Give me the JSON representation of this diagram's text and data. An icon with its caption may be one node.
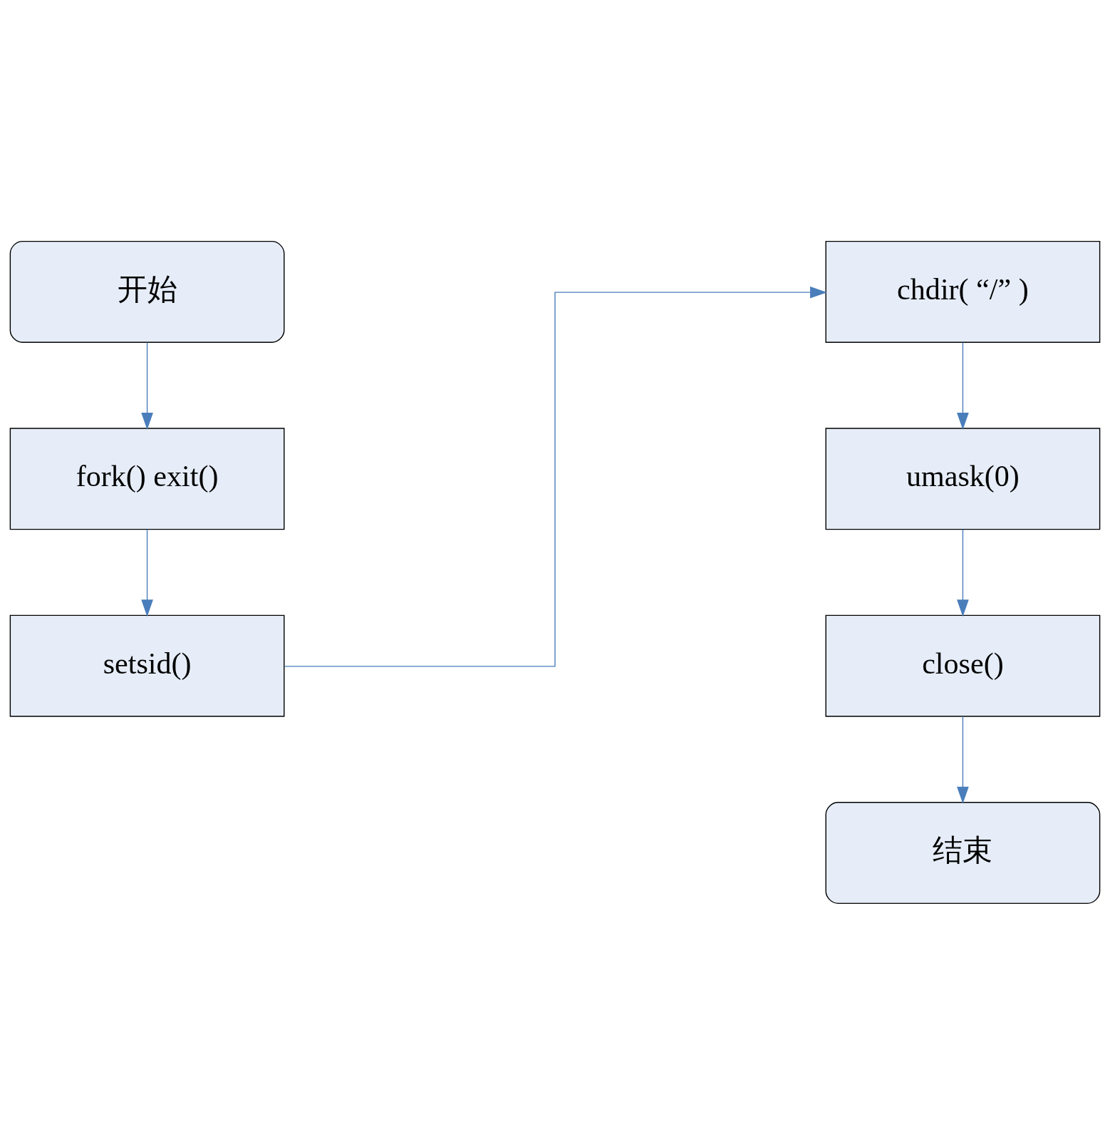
{
  "diagram": {
    "nodes": [
      {
        "text": [
          "开始"
        ]
      },
      {
        "text": [
          "fork() exit()"
        ]
      },
      {
        "text": [
          "setsid()"
        ]
      },
      {
        "text": [
          "chdir( “/” )"
        ]
      },
      {
        "text": [
          "umask(0)"
        ]
      },
      {
        "text": [
          "close()"
        ]
      },
      {
        "text": [
          "结束"
        ]
      }
    ],
    "edges": [
      {
        "from": 0,
        "to": 1,
        "arrow": "to"
      },
      {
        "from": 1,
        "to": 2,
        "arrow": "to"
      },
      {
        "from": 2,
        "to": 3,
        "arrow": "to"
      },
      {
        "from": 3,
        "to": 4,
        "arrow": "to"
      },
      {
        "from": 4,
        "to": 5,
        "arrow": "to"
      },
      {
        "from": 5,
        "to": 6,
        "arrow": "to"
      }
    ]
  }
}
